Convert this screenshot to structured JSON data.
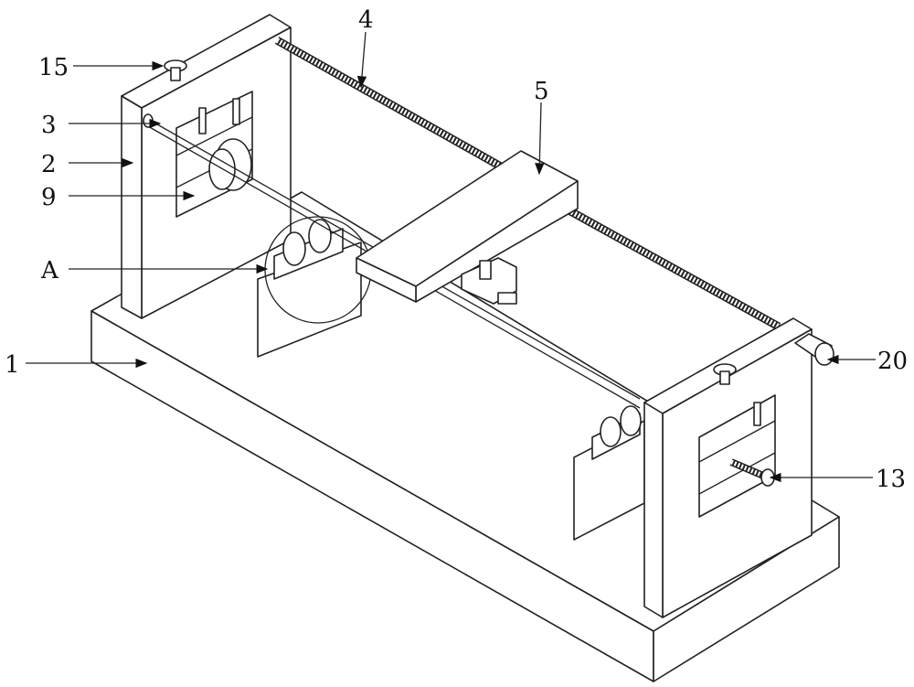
{
  "title": "Patent drawing: threaded-rod slider frame apparatus",
  "labels": {
    "l15": "15",
    "l3": "3",
    "l2": "2",
    "l9": "9",
    "lA": "A",
    "l1": "1",
    "l4": "4",
    "l5": "5",
    "l20": "20",
    "l13": "13"
  }
}
